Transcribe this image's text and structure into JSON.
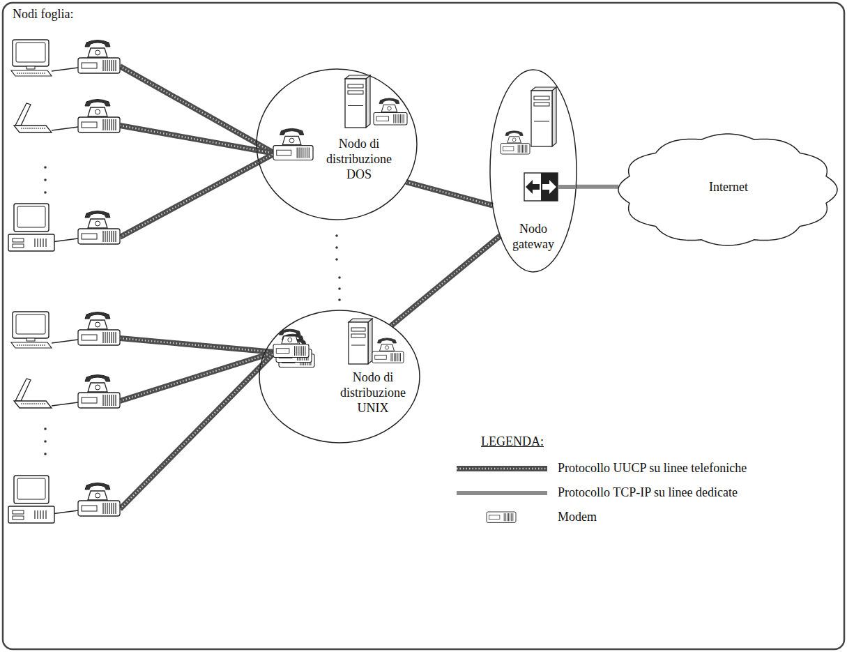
{
  "diagram": {
    "nodes": [
      {
        "text": [
          "Nodo di distribuzione DOS"
        ]
      },
      {
        "text": [
          "Nodo gateway"
        ]
      },
      {
        "text": [
          "Internet"
        ]
      },
      {
        "text": [
          "Nodo di distribuzione UNIX"
        ]
      }
    ],
    "edges": [
      {
        "from": 0,
        "to": 1,
        "arrow": "none"
      },
      {
        "from": 3,
        "to": 1,
        "arrow": "none"
      },
      {
        "from": 1,
        "to": 2,
        "arrow": "none"
      }
    ],
    "labels": [
      "Nodi foglia:",
      "LEGENDA:"
    ],
    "legend": [
      {
        "text": "Protocollo UUCP su linee telefoniche"
      },
      {
        "text": "Protocollo TCP-IP su linee dedicate"
      },
      {
        "text": "Modem"
      }
    ]
  }
}
